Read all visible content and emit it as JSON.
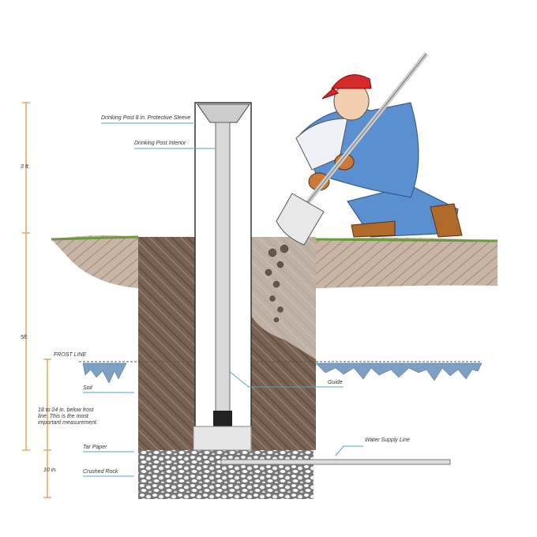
{
  "labels": {
    "sleeve": "Drinking Post 8 in. Protective Sleeve",
    "interior": "Drinking Post Interior",
    "frost_line": "FROST LINE",
    "soil": "Soil",
    "note": "18 to 24 in. below frost line. This is the most important measurement.",
    "tar_paper": "Tar Paper",
    "crushed_rock": "Crushed Rock",
    "guide": "Guide",
    "water_line": "Water Supply Line"
  },
  "dimensions": {
    "d1": "3 ft.",
    "d2": "5ft.",
    "d3": "10 in."
  },
  "colors": {
    "soil": "#7a6152",
    "ground": "#c9b7a8",
    "rock": "#8a8a8a",
    "dimension": "#e0a85a",
    "leader": "#4aa8c0",
    "ice": "#7d9fc4"
  }
}
